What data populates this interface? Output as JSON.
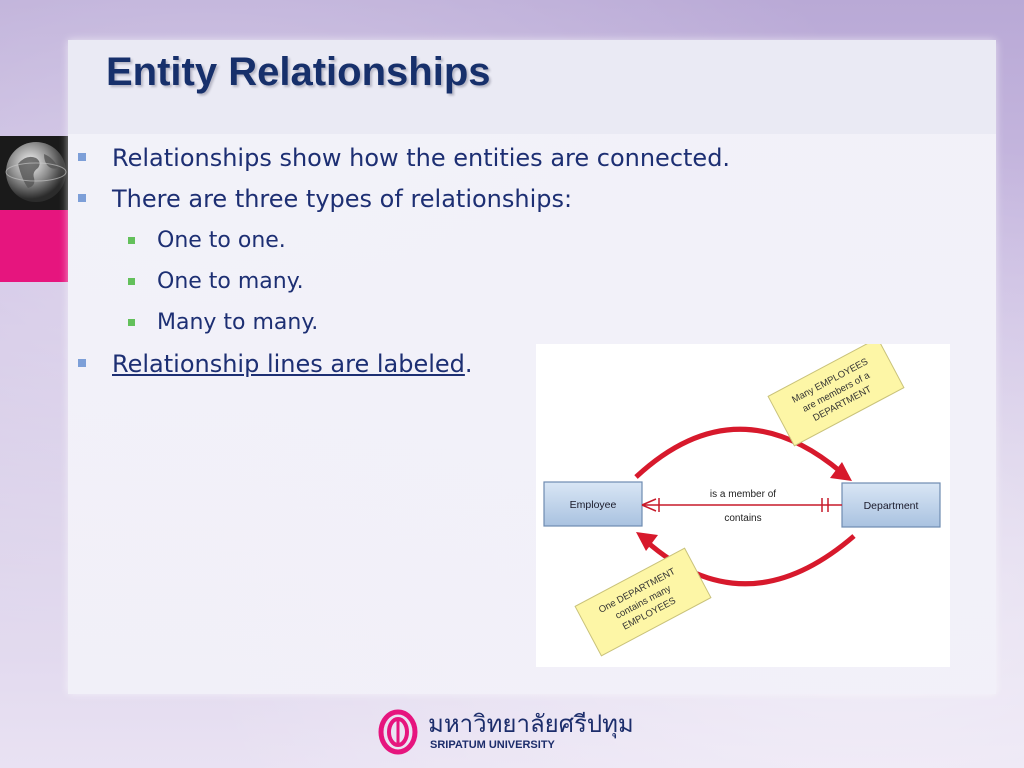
{
  "slide": {
    "title": "Entity Relationships",
    "bullets": [
      {
        "text": "Relationships show how the entities are connected."
      },
      {
        "text": "There are three types of relationships:"
      },
      {
        "text": "Relationship lines are labeled",
        "suffix": "."
      }
    ],
    "sub_bullets": [
      {
        "text": "One to one."
      },
      {
        "text": "One to many."
      },
      {
        "text": "Many to many."
      }
    ]
  },
  "diagram": {
    "entity_left": "Employee",
    "entity_right": "Department",
    "label_top": "is a member of",
    "label_bottom": "contains",
    "note_top": [
      "Many EMPLOYEES",
      "are members of a",
      "DEPARTMENT"
    ],
    "note_bottom": [
      "One DEPARTMENT",
      "contains many",
      "EMPLOYEES"
    ]
  },
  "footer": {
    "university_thai": "มหาวิทยาลัยศรีปทุม",
    "university_en": "SRIPATUM UNIVERSITY"
  },
  "colors": {
    "title": "#17306b",
    "text": "#1d2f73",
    "bullet_blue": "#7d9fd8",
    "bullet_green": "#63c05b",
    "accent_pink": "#e6157e",
    "arrow_red": "#d7192c",
    "note_yellow": "#fdf6a6"
  }
}
